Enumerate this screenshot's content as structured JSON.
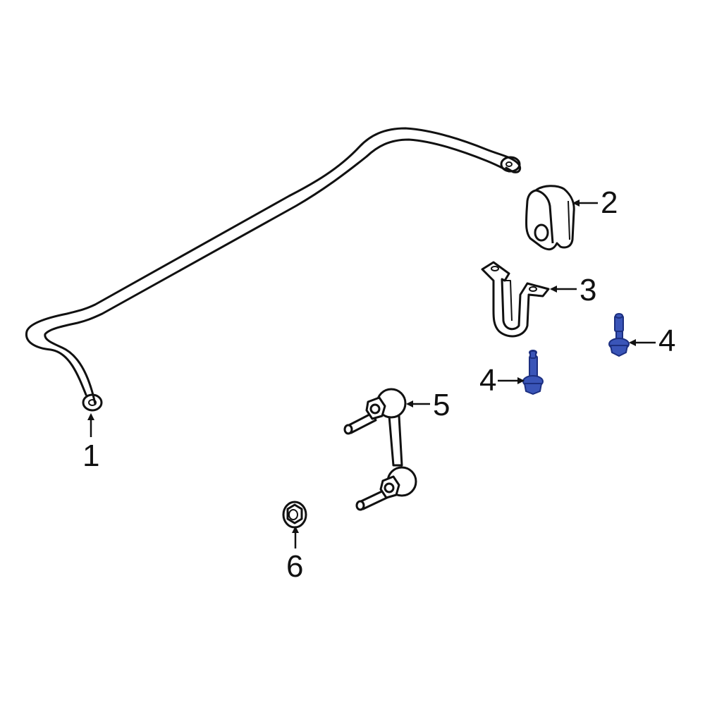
{
  "diagram": {
    "type": "exploded parts diagram",
    "subject": "stabilizer bar assembly",
    "colors": {
      "line": "#111111",
      "background": "#ffffff",
      "highlight": "#3a55b8",
      "highlight_dark": "#1c2f80"
    },
    "callouts": [
      {
        "number": "1",
        "part": "stabilizer-bar"
      },
      {
        "number": "2",
        "part": "bushing"
      },
      {
        "number": "3",
        "part": "bracket"
      },
      {
        "number": "4",
        "part": "bolt-right",
        "highlighted": true
      },
      {
        "number": "4",
        "part": "bolt-left",
        "highlighted": true
      },
      {
        "number": "5",
        "part": "stabilizer-link"
      },
      {
        "number": "6",
        "part": "nut"
      }
    ]
  }
}
